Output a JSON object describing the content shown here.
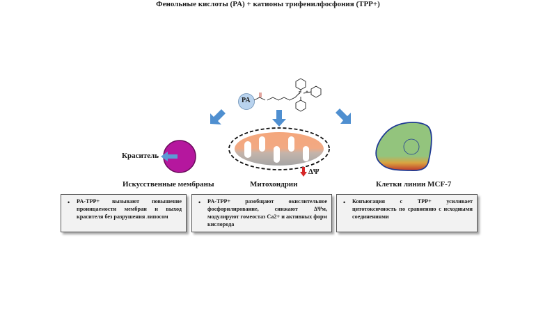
{
  "title": "Фенольные кислоты (PA) + катионы трифенилфосфония (TPP+)",
  "molecule": {
    "pa_label": "PA",
    "plus_sign": "+",
    "phosphorus": "P"
  },
  "dye_label": "Краситель",
  "delta_psi": "ΔΨ",
  "labels": {
    "membranes": "Искусственные мембраны",
    "mitochondria": "Митохондрии",
    "cells": "Клетки линии MCF-7"
  },
  "boxes": [
    {
      "bullet": "•",
      "text": "PA-TPP+ вызывают повышение проницаемости мембран и выход красителя без разрушения липосом"
    },
    {
      "bullet": "•",
      "text": "PA-TPP+ разобщают окислительное фосфорилирование, снижают ΔΨм, модулируют гомеостаз Ca2+ и активных форм кислорода"
    },
    {
      "bullet": "•",
      "text": "Конъюгация с TPP+ усиливает цитотоксичность по сравнению с исходными соединениями"
    }
  ],
  "colors": {
    "pa_circle": "#b9d3ee",
    "arrow_blue": "#4f8fd0",
    "liposome": "#b5179e",
    "mito_top": "#f4a77c",
    "mito_bottom": "#a6a6a6",
    "cell_green": "#93c47d",
    "cell_red": "#c0392b",
    "cell_outline": "#1f3a93",
    "delta_arrow": "#d62728",
    "box_bg": "#f2f2f2"
  }
}
